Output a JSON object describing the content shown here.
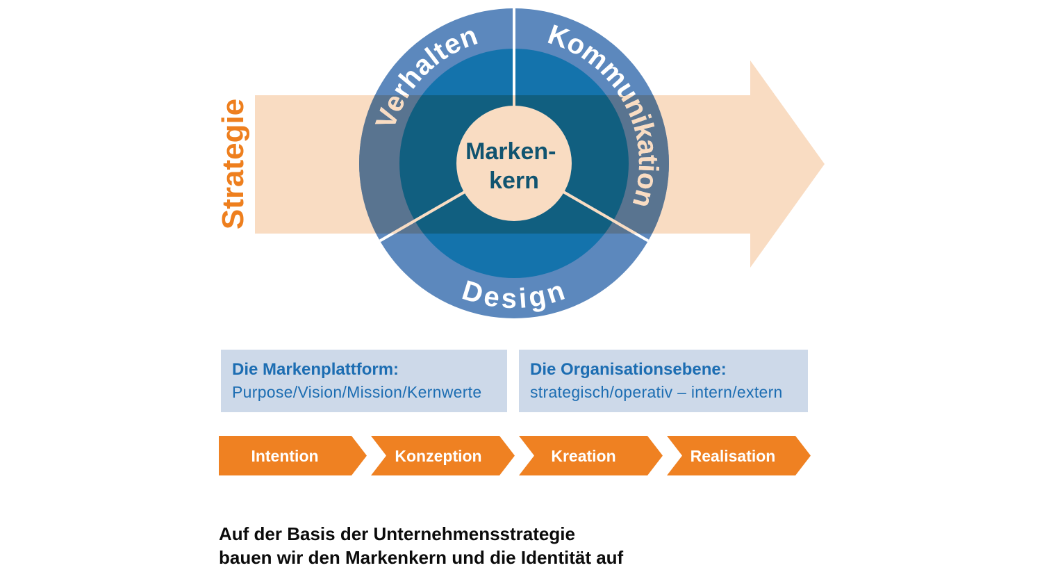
{
  "colors": {
    "orange": "#ef8122",
    "band_peach": "#f9dcc2",
    "ring_outer_blue": "#5c88bd",
    "ring_inner_blue": "#1473ac",
    "ring_outer_shaded": "#597490",
    "ring_inner_shaded": "#115f80",
    "core_text_blue": "#115470",
    "box_background": "#cdd9e9",
    "box_text_blue": "#1c6db2"
  },
  "strategy_band": {
    "label": "Strategie"
  },
  "brand_circle": {
    "core_line1": "Marken-",
    "core_line2": "kern",
    "segments": [
      {
        "label": "Verhalten"
      },
      {
        "label": "Kommunikation"
      },
      {
        "label": "Design"
      }
    ]
  },
  "info_boxes": [
    {
      "title": "Die Markenplattform:",
      "body": "Purpose/Vision/Mission/Kernwerte"
    },
    {
      "title": "Die Organisationsebene:",
      "body": "strategisch/operativ – intern/extern"
    }
  ],
  "process_steps": [
    {
      "label": "Intention"
    },
    {
      "label": "Konzeption"
    },
    {
      "label": "Kreation"
    },
    {
      "label": "Realisation"
    }
  ],
  "caption": {
    "line1": "Auf der Basis der Unternehmensstrategie",
    "line2": "bauen wir den Markenkern und die Identität auf"
  }
}
